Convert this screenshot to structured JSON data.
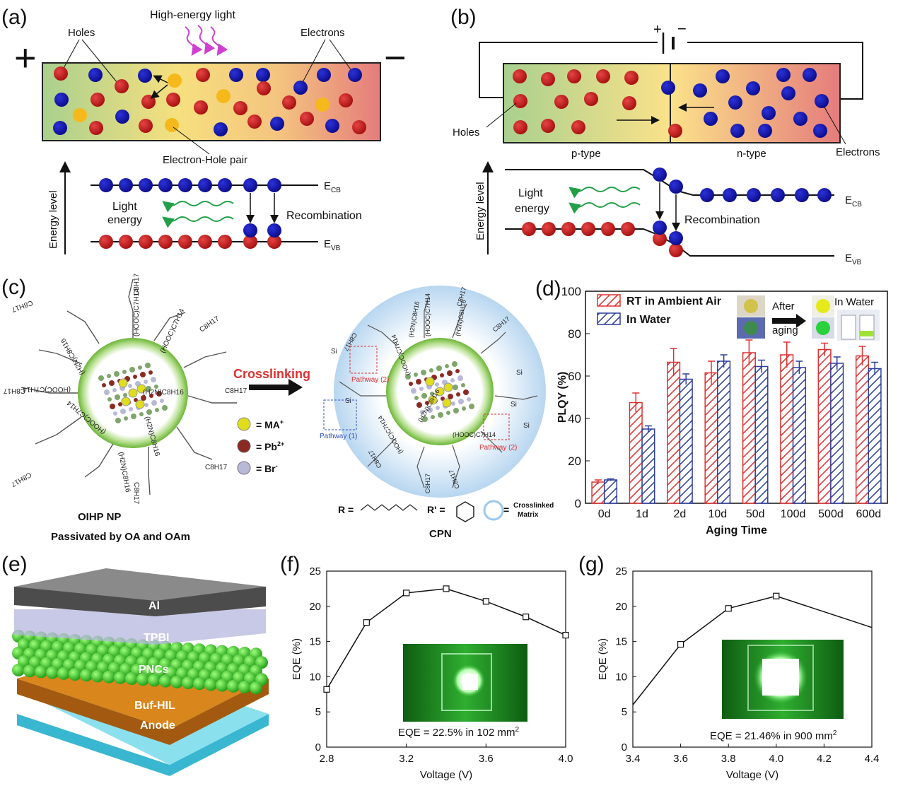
{
  "panel_a": {
    "letter": "(a)",
    "plus": "+",
    "minus": "−",
    "light_label": "High-energy light",
    "holes_label": "Holes",
    "electrons_label": "Electrons",
    "pair_label": "Electron-Hole pair",
    "energy_axis": "Energy level",
    "light_energy_1": "Light",
    "light_energy_2": "energy",
    "recombination": "Recombination",
    "ecb": "E",
    "ecb_sub": "CB",
    "evb": "E",
    "evb_sub": "VB"
  },
  "panel_b": {
    "letter": "(b)",
    "plus": "+",
    "minus": "−",
    "holes_label": "Holes",
    "electrons_label": "Electrons",
    "ptype": "p-type",
    "ntype": "n-type",
    "energy_axis": "Energy level",
    "light_energy_1": "Light",
    "light_energy_2": "energy",
    "recombination": "Recombination",
    "ecb": "E",
    "ecb_sub": "CB",
    "evb": "E",
    "evb_sub": "VB"
  },
  "panel_c": {
    "letter": "(c)",
    "arrow_label": "Crosslinking",
    "legend": {
      "ma": "= MA",
      "ma_sup": "+",
      "pb": "= Pb",
      "pb_sup": "2+",
      "br": "= Br",
      "br_sup": "-"
    },
    "left_caption_1": "OIHP NP",
    "left_caption_2": "Passivated by OA and OAm",
    "right_caption": "CPN",
    "pathway1": "Pathway (1)",
    "pathway2a": "Pathway (2)",
    "pathway2b": "Pathway (2)",
    "r_label": "R =",
    "rprime_label": "R' =",
    "matrix_eq": "=",
    "matrix_label_1": "Crosslinked",
    "matrix_label_2": "Matrix",
    "ligands": [
      "C8H17",
      "(HOOC)C7H14",
      "(HOOC)C7H14",
      "C8H17",
      "(H2N)C8H16",
      "C8H17",
      "(H2N)C8H16",
      "(HOOC)C7H14",
      "C8H17",
      "(H2N)C8H16",
      "C8H17",
      "(HOOC)C7H14",
      "C8H17",
      "C8H17",
      "(H2N)C8H16",
      "C8H17"
    ],
    "cpn_ligands": [
      "C8H17",
      "(HOOC)C7H14",
      "(H2N)C8H16",
      "(H2N)C8H16",
      "C8H17",
      "(HOOC)C7H14",
      "(H2N)C8H16",
      "(HOOC)C7H14",
      "C8H17",
      "C8H17",
      "C8H17",
      "C8H17",
      "(HOOC)C7H14"
    ],
    "si_labels": [
      "Si",
      "Si",
      "Si",
      "Si",
      "Si"
    ]
  },
  "panel_d": {
    "letter": "(d)",
    "inset_after_1": "After",
    "inset_after_2": "aging",
    "inset_water": "In Water"
  },
  "panel_e": {
    "letter": "(e)",
    "layers": [
      "Al",
      "TPBI",
      "PNCs",
      "Buf-HIL",
      "Anode"
    ]
  },
  "panel_f": {
    "letter": "(f)",
    "inset_label": "EQE = 22.5% in 102 mm",
    "inset_sup": "2"
  },
  "panel_g": {
    "letter": "(g)",
    "inset_label": "EQE = 21.46% in 900 mm",
    "inset_sup": "2"
  },
  "chart_data": [
    {
      "id": "d",
      "type": "bar",
      "categories": [
        "0d",
        "1d",
        "2d",
        "10d",
        "50d",
        "100d",
        "500d",
        "600d"
      ],
      "series": [
        {
          "name": "RT in Ambient Air",
          "color": "#e03030",
          "values": [
            10,
            47.5,
            66.5,
            61.5,
            71,
            70,
            72.5,
            69.5
          ],
          "errors": [
            1,
            4.5,
            6.5,
            5.5,
            6,
            6,
            3,
            4.5
          ]
        },
        {
          "name": "In Water",
          "color": "#2d3e9e",
          "values": [
            11,
            35,
            58.5,
            67,
            64.5,
            64,
            66,
            63.5
          ],
          "errors": [
            0.5,
            1.5,
            2.5,
            3,
            3,
            3,
            3,
            3
          ]
        }
      ],
      "xlabel": "Aging Time",
      "ylabel": "PLQY (%)",
      "ylim": [
        0,
        100
      ],
      "yticks": [
        0,
        20,
        40,
        60,
        80,
        100
      ]
    },
    {
      "id": "f",
      "type": "line",
      "x": [
        2.8,
        3.0,
        3.2,
        3.4,
        3.6,
        3.8,
        4.0
      ],
      "y": [
        8.2,
        17.7,
        21.9,
        22.5,
        20.7,
        18.5,
        15.9
      ],
      "xlabel": "Voltage (V)",
      "ylabel": "EQE (%)",
      "xlim": [
        2.8,
        4.0
      ],
      "ylim": [
        0,
        25
      ],
      "xticks": [
        "2.8",
        "3.2",
        "3.6",
        "4.0"
      ],
      "yticks": [
        "0",
        "5",
        "10",
        "15",
        "20",
        "25"
      ],
      "markers": "open-square"
    },
    {
      "id": "g",
      "type": "line",
      "x": [
        3.4,
        3.6,
        3.8,
        4.0,
        4.4
      ],
      "y": [
        6.0,
        14.6,
        19.7,
        21.46,
        17.0
      ],
      "marker_points": [
        1,
        2,
        3
      ],
      "xlabel": "Voltage (V)",
      "ylabel": "EQE (%)",
      "xlim": [
        3.4,
        4.4
      ],
      "ylim": [
        0,
        25
      ],
      "xticks": [
        "3.4",
        "3.6",
        "3.8",
        "4.0",
        "4.2",
        "4.4"
      ],
      "yticks": [
        "0",
        "5",
        "10",
        "15",
        "20",
        "25"
      ],
      "markers": "open-square"
    }
  ]
}
